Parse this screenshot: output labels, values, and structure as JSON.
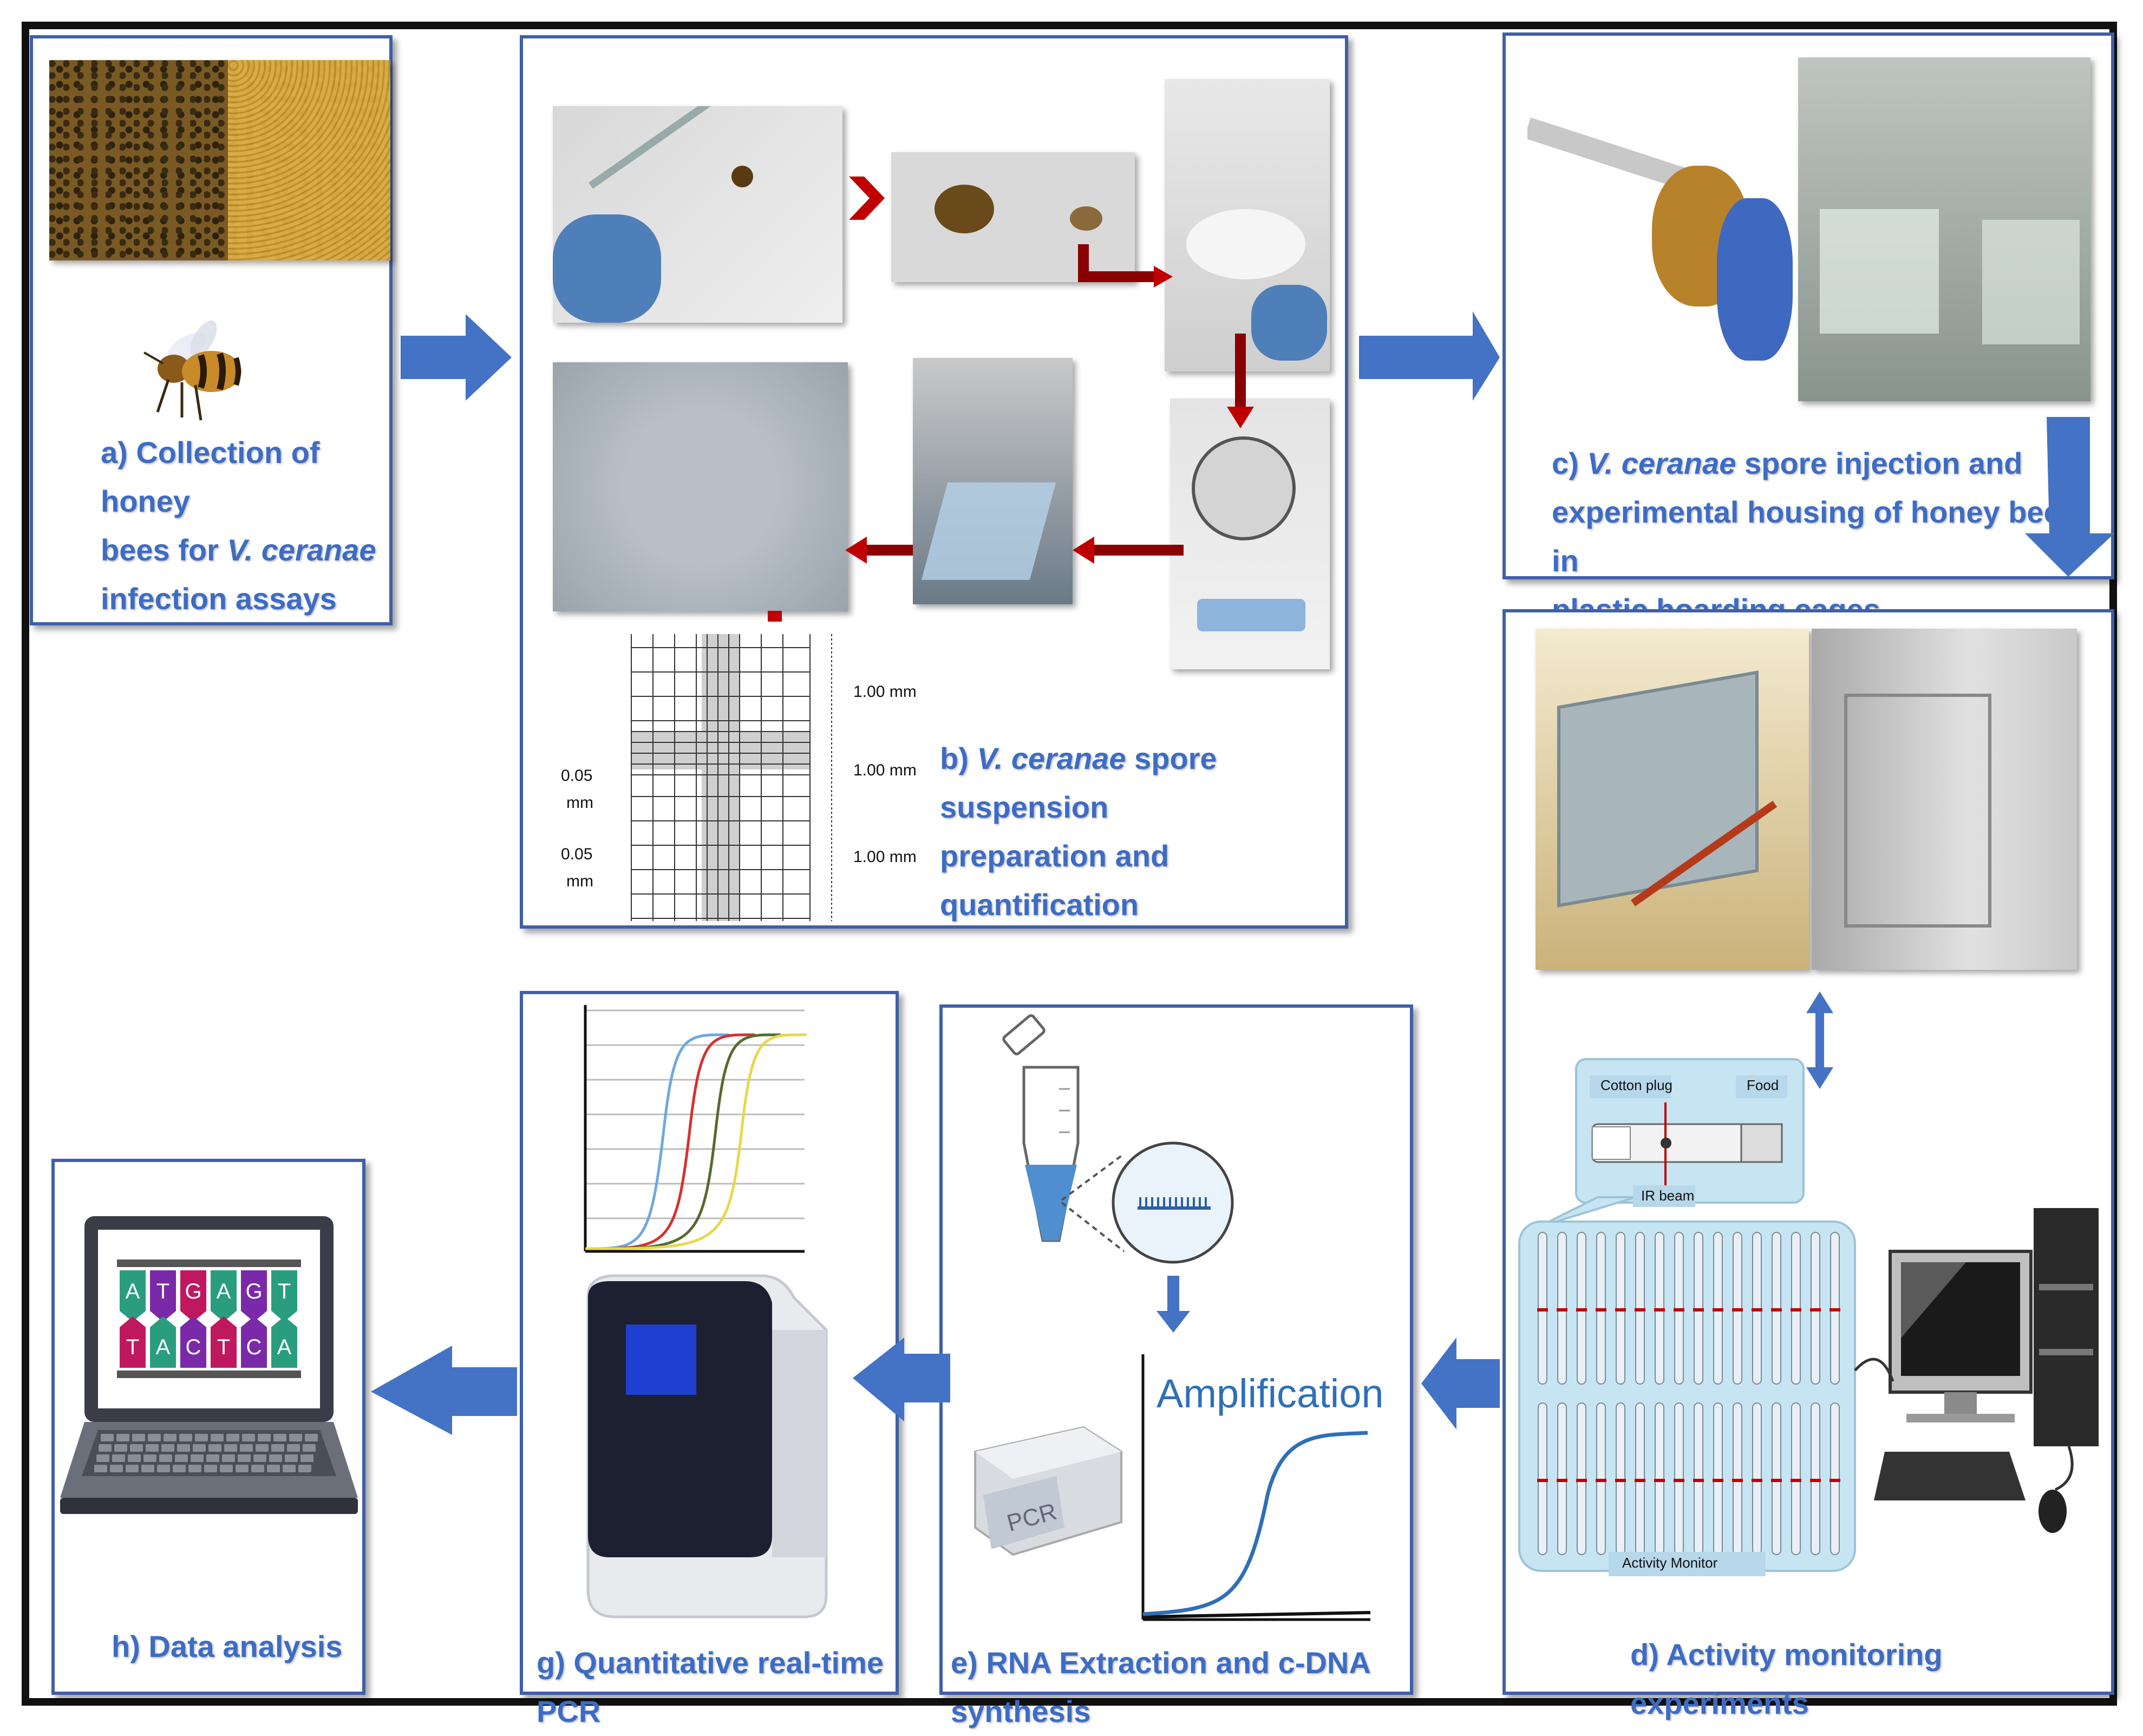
{
  "panels": {
    "a": {
      "prefix": "a) Collection of honey",
      "line2a": "bees for ",
      "line2b": "V. ceranae",
      "line3": "infection assays"
    },
    "b": {
      "prefix": "b) ",
      "species": "V. ceranae",
      "suffix": " spore suspension",
      "line2": "preparation and quantification"
    },
    "c": {
      "prefix": "c) ",
      "species": "V. ceranae",
      "suffix": " spore injection and",
      "line2": "experimental housing of honey bees in",
      "line3": "plastic hoarding cages"
    },
    "d": {
      "title": "d) Activity monitoring experiments"
    },
    "e": {
      "title": "e) RNA Extraction and c-DNA synthesis"
    },
    "g": {
      "title": "g) Quantitative real-time PCR"
    },
    "h": {
      "title": "h) Data analysis"
    }
  },
  "hemocytometer": {
    "dim_top": "1.00 mm",
    "dim_mid": "1.00 mm",
    "dim_bot": "1.00 mm",
    "small_top_value": "0.05",
    "small_top_unit": "mm",
    "small_bot_value": "0.05",
    "small_bot_unit": "mm"
  },
  "activity_monitor": {
    "cotton_plug": "Cotton  plug",
    "food": "Food",
    "ir_beam": "IR beam",
    "monitor_label": "Activity  Monitor"
  },
  "amplification_label": "Amplification",
  "pcr_label": "PCR",
  "dna": {
    "top": [
      "A",
      "T",
      "G",
      "A",
      "G",
      "T"
    ],
    "bottom": [
      "T",
      "A",
      "C",
      "T",
      "C",
      "A"
    ]
  },
  "colors": {
    "panel_border": "#3f5fa8",
    "caption": "#3d6cc4",
    "flow_arrow": "#4472c4",
    "red_arrow": "#c00000"
  },
  "qpcr_curve_colors": [
    "#6fa8dc",
    "#d63030",
    "#556b2f",
    "#e8d84a"
  ]
}
